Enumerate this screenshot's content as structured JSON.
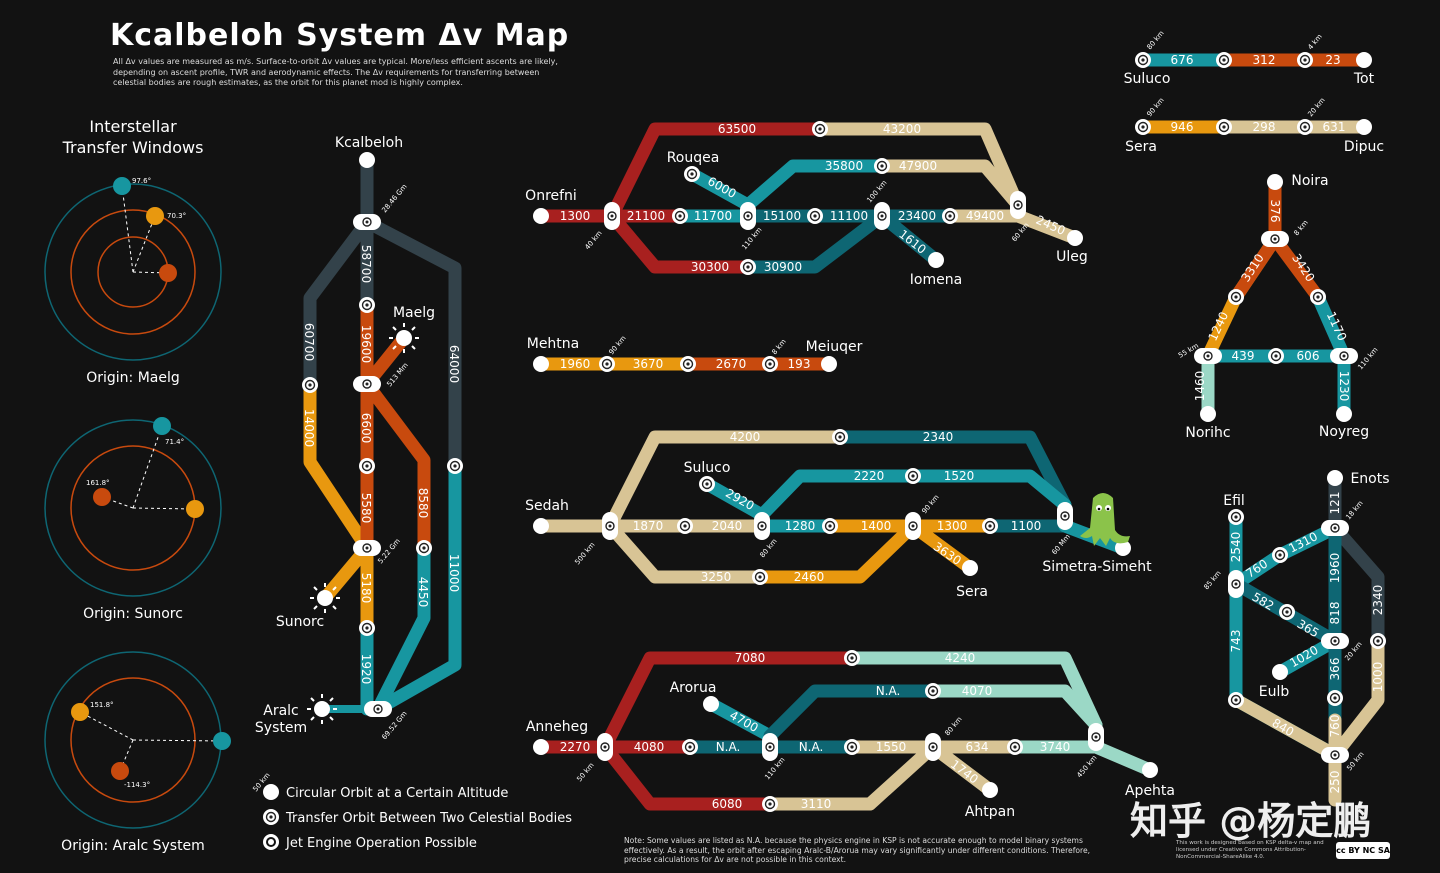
{
  "header": {
    "title": "Kcalbeloh System Δv Map",
    "intro": "All Δv values are measured as m/s. Surface-to-orbit Δv values are typical. More/less efficient ascents are likely, depending on ascent profile, TWR and aerodynamic effects. The Δv requirements for transferring between celestial bodies are rough estimates, as the orbit for this planet mod is highly complex."
  },
  "windows": {
    "title_1": "Interstellar",
    "title_2": "Transfer Windows",
    "diagrams": [
      {
        "caption": "Origin: Maelg",
        "angles": [
          "97.6°",
          "70.3°"
        ]
      },
      {
        "caption": "Origin: Sunorc",
        "angles": [
          "71.4°",
          "161.8°"
        ]
      },
      {
        "caption": "Origin: Aralc System",
        "angles": [
          "151.8°",
          "-114.3°"
        ]
      }
    ]
  },
  "colors": {
    "red": "#a8201f",
    "orange": "#c84a0e",
    "amber": "#e8980f",
    "tan": "#d8c495",
    "teal": "#1796a0",
    "dteal": "#0e6673",
    "navy": "#33424a",
    "mint": "#9bd8c6",
    "bg": "#121212",
    "node": "#ffffff"
  },
  "aralc": {
    "kcalbeloh": "Kcalbeloh",
    "maelg": "Maelg",
    "sunorc": "Sunorc",
    "aralc_1": "Aralc",
    "aralc_2": "System",
    "v_60700": "60700",
    "v_14000": "14000",
    "v_58700": "58700",
    "v_19600": "19600",
    "v_6600": "6600",
    "v_5580": "5580",
    "v_5180": "5180",
    "v_1920": "1920",
    "v_8580": "8580",
    "v_4450": "4450",
    "v_64000": "64000",
    "v_11000": "11000",
    "alt_1": "28.46 Gm",
    "alt_2": "513 Mm",
    "alt_3": "5.22 Gm",
    "alt_4": "69.52 Gm"
  },
  "legend": {
    "alt": "50 km",
    "circular": "Circular Orbit at a Certain Altitude",
    "transfer": "Transfer Orbit Between Two Celestial Bodies",
    "jet": "Jet Engine Operation Possible"
  },
  "onrefni": {
    "onrefni": "Onrefni",
    "rouqea": "Rouqea",
    "iomena": "Iomena",
    "uleg": "Uleg",
    "v_63500": "63500",
    "v_43200": "43200",
    "v_6000": "6000",
    "v_35800": "35800",
    "v_47900": "47900",
    "v_1300": "1300",
    "v_21100": "21100",
    "v_11700": "11700",
    "v_15100": "15100",
    "v_11100": "11100",
    "v_23400": "23400",
    "v_49400": "49400",
    "v_2450": "2450",
    "v_1610": "1610",
    "v_30300": "30300",
    "v_30900": "30900",
    "alt_1": "40 km",
    "alt_2": "110 km",
    "alt_3": "100 km",
    "alt_4": "60 km"
  },
  "mehtna": {
    "mehtna": "Mehtna",
    "meiuqer": "Meiuqer",
    "v_1960": "1960",
    "v_3670": "3670",
    "v_2670": "2670",
    "v_193": "193",
    "alt_1": "90 km",
    "alt_2": "8 km"
  },
  "sedah": {
    "sedah": "Sedah",
    "suluco": "Suluco",
    "sera": "Sera",
    "simetra": "Simetra-Simeht",
    "v_4200": "4200",
    "v_2340": "2340",
    "v_2920": "2920",
    "v_2220": "2220",
    "v_1520": "1520",
    "v_1870": "1870",
    "v_2040": "2040",
    "v_1280": "1280",
    "v_1400": "1400",
    "v_1300": "1300",
    "v_1100": "1100",
    "v_3630": "3630",
    "v_3250": "3250",
    "v_2460": "2460",
    "alt_1": "500 km",
    "alt_2": "80 km",
    "alt_3": "90 km",
    "alt_4": "60 Mm"
  },
  "anneheg": {
    "anneheg": "Anneheg",
    "arorua": "Arorua",
    "ahtpan": "Ahtpan",
    "apehta": "Apehta",
    "v_7080": "7080",
    "v_4240": "4240",
    "v_na1": "N.A.",
    "v_4070": "4070",
    "v_4700": "4700",
    "v_2270": "2270",
    "v_4080": "4080",
    "v_na2": "N.A.",
    "v_na3": "N.A.",
    "v_1550": "1550",
    "v_634": "634",
    "v_3740": "3740",
    "v_1740": "1740",
    "v_6080": "6080",
    "v_3110": "3110",
    "alt_1": "50 km",
    "alt_2": "110 km",
    "alt_3": "80 km",
    "alt_4": "450 km"
  },
  "small": {
    "suluco": "Suluco",
    "tot": "Tot",
    "v_676": "676",
    "v_312": "312",
    "v_23": "23",
    "alt_a1": "80 km",
    "alt_a2": "4 km",
    "sera": "Sera",
    "dipuc": "Dipuc",
    "v_946": "946",
    "v_298": "298",
    "v_631": "631",
    "alt_b1": "90 km",
    "alt_b2": "20 km"
  },
  "noira": {
    "noira": "Noira",
    "norihc": "Norihc",
    "noyreg": "Noyreg",
    "v_376": "376",
    "v_3310": "3310",
    "v_3420": "3420",
    "v_1240": "1240",
    "v_1170": "1170",
    "v_439": "439",
    "v_606": "606",
    "v_1460": "1460",
    "v_1230": "1230",
    "alt_1": "8 km",
    "alt_2": "55 km",
    "alt_3": "110 km"
  },
  "enots": {
    "enots": "Enots",
    "efil": "Efil",
    "eulb": "Eulb",
    "v_121": "121",
    "v_2540": "2540",
    "v_760a": "760",
    "v_1310": "1310",
    "v_1960": "1960",
    "v_2340": "2340",
    "v_582": "582",
    "v_365": "365",
    "v_818": "818",
    "v_743": "743",
    "v_1020": "1020",
    "v_366": "366",
    "v_1000": "1000",
    "v_840": "840",
    "v_760b": "760",
    "v_250": "250",
    "alt_1": "18 km",
    "alt_2": "85 km",
    "alt_3": "20 km",
    "alt_4": "50 km"
  },
  "footer": {
    "note": "Note: Some values are listed as N.A. because the physics engine in KSP is not accurate enough to model binary systems effectively. As a result, the orbit after escaping Aralc-B/Arorua may vary significantly under different conditions. Therefore, precise calculations for Δv are not possible in this context.",
    "license": "This work is designed based on KSP delta-v map and licensed under Creative Commons Attribution-NonCommercial-ShareAlike 4.0.",
    "badge": "cc BY NC SA",
    "watermark": "知乎 @杨定鹏"
  }
}
